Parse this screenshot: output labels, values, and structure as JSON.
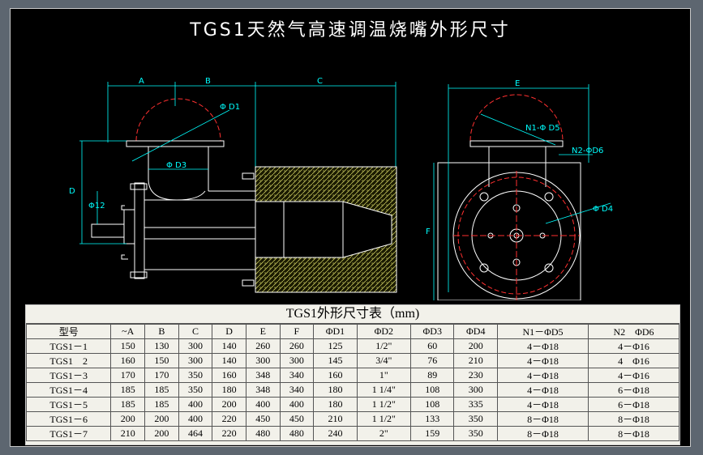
{
  "drawing": {
    "title": "TGS1天然气高速调温烧嘴外形尺寸",
    "dims": {
      "a": "A",
      "b": "B",
      "c": "C",
      "d": "D",
      "e": "E",
      "f": "F",
      "d1": "Φ D1",
      "d2": "Φ12",
      "d3": "Φ D3",
      "d4": "Φ D4",
      "n1": "N1-Φ D5",
      "n2": "N2-ΦD6"
    }
  },
  "table": {
    "caption": "TGS1外形尺寸表（mm)",
    "headers": [
      "型号",
      "~A",
      "B",
      "C",
      "D",
      "E",
      "F",
      "ΦD1",
      "ΦD2",
      "ΦD3",
      "ΦD4",
      "N1－ΦD5",
      "N2　ΦD6"
    ],
    "rows": [
      [
        "TGS1－1",
        "150",
        "130",
        "300",
        "140",
        "260",
        "260",
        "125",
        "1/2\"",
        "60",
        "200",
        "4－Φ18",
        "4－Φ16"
      ],
      [
        "TGS1　2",
        "160",
        "150",
        "300",
        "140",
        "300",
        "300",
        "145",
        "3/4\"",
        "76",
        "210",
        "4－Φ18",
        "4　Φ16"
      ],
      [
        "TGS1－3",
        "170",
        "170",
        "350",
        "160",
        "348",
        "340",
        "160",
        "1\"",
        "89",
        "230",
        "4－Φ18",
        "4－Φ16"
      ],
      [
        "TGS1－4",
        "185",
        "185",
        "350",
        "180",
        "348",
        "340",
        "180",
        "1 1/4\"",
        "108",
        "300",
        "4－Φ18",
        "6－Φ18"
      ],
      [
        "TGS1－5",
        "185",
        "185",
        "400",
        "200",
        "400",
        "400",
        "180",
        "1 1/2\"",
        "108",
        "335",
        "4－Φ18",
        "6－Φ18"
      ],
      [
        "TGS1－6",
        "200",
        "200",
        "400",
        "220",
        "450",
        "450",
        "210",
        "1 1/2\"",
        "133",
        "350",
        "8－Φ18",
        "8－Φ18"
      ],
      [
        "TGS1－7",
        "210",
        "200",
        "464",
        "220",
        "480",
        "480",
        "240",
        "2\"",
        "159",
        "350",
        "8－Φ18",
        "8－Φ18"
      ]
    ]
  },
  "colors": {
    "background": "#000000",
    "outline": "#ffffff",
    "dimension": "#00ffff",
    "centerline": "#ff3030",
    "insulation": "#c8c860",
    "table_bg": "#f2f1ea"
  }
}
